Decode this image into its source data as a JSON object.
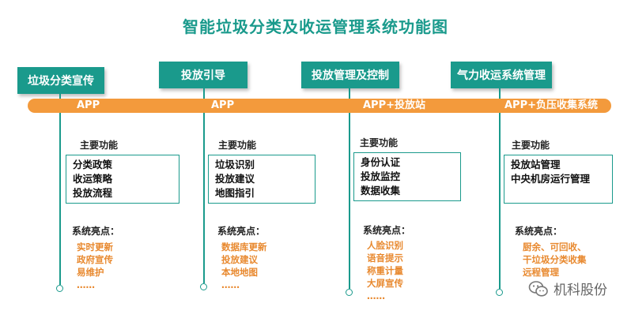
{
  "title": "智能垃圾分类及收运管理系统功能图",
  "stages": [
    {
      "category": "垃圾分类宣传",
      "platform": "APP",
      "main_label": "主要功能",
      "functions": [
        "分类政策",
        "收运策略",
        "投放流程"
      ],
      "highlights_label": "系统亮点：",
      "highlights": [
        "实时更新",
        "政府宣传",
        "易维护",
        "……"
      ]
    },
    {
      "category": "投放引导",
      "platform": "APP",
      "main_label": "主要功能",
      "functions": [
        "垃圾识别",
        "投放建议",
        "地图指引"
      ],
      "highlights_label": "系统亮点：",
      "highlights": [
        "数据库更新",
        "投放建议",
        "本地地图",
        "……"
      ]
    },
    {
      "category": "投放管理及控制",
      "platform": "APP+投放站",
      "main_label": "主要功能",
      "functions": [
        "身份认证",
        "投放监控",
        "数据收集"
      ],
      "highlights_label": "系统亮点：",
      "highlights": [
        "人脸识别",
        "语音提示",
        "称重计量",
        "大屏宣传",
        "……"
      ]
    },
    {
      "category": "气力收运系统管理",
      "platform": "APP+负压收集系统",
      "main_label": "主要功能",
      "functions": [
        "投放站管理",
        "中央机房运行管理"
      ],
      "highlights_label": "系统亮点：",
      "highlights": [
        "厨余、可回收、",
        "干垃圾分类收集",
        "远程管理"
      ]
    }
  ],
  "watermark": "机科股份",
  "colors": {
    "teal": "#1a9a8c",
    "orange": "#f39a3c",
    "highlight": "#e8892f"
  }
}
